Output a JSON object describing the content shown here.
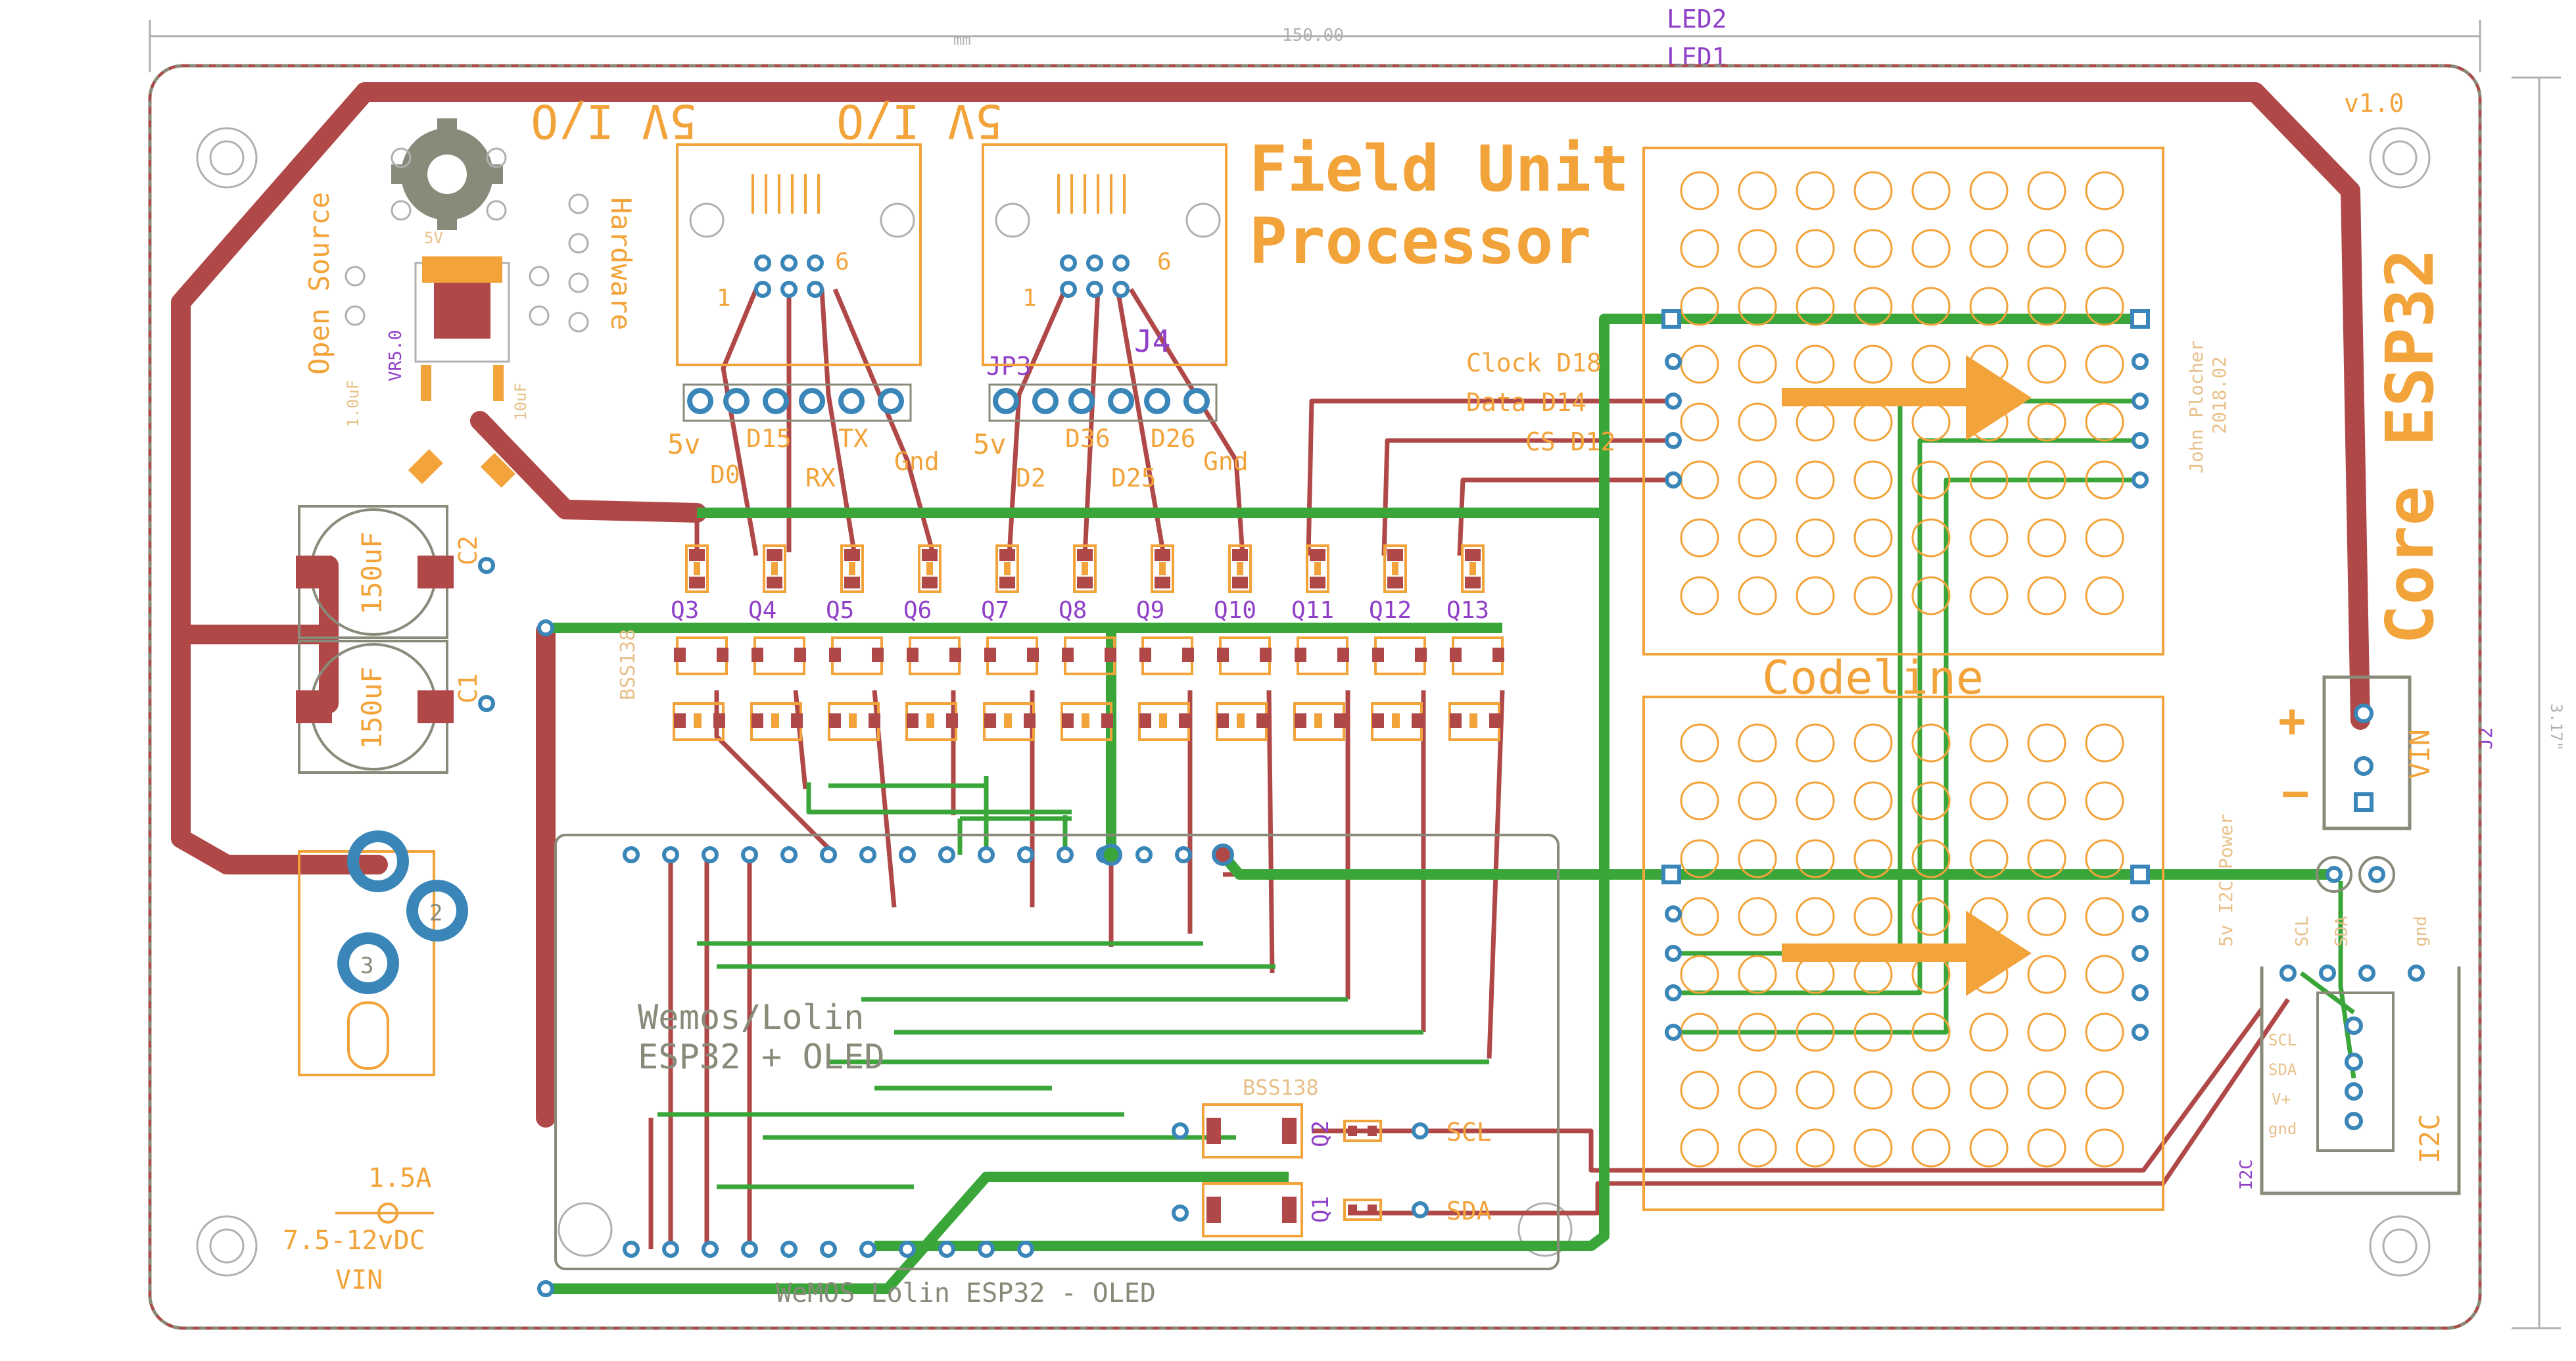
{
  "board": {
    "width_label": "150.00",
    "width_unit": "mm",
    "height_label": "3.17\"",
    "version": "v1.0",
    "title_line1": "Field Unit",
    "title_line2": "Processor",
    "core_label": "Core ESP32",
    "author": "John Plocher",
    "date": "2018.02",
    "codeline": "Codeline",
    "oshw_left": "Open Source",
    "oshw_right": "Hardware",
    "led_top": "LED2",
    "led_bottom": "LED1",
    "j2": "J2"
  },
  "connectors": {
    "jp3": {
      "title": "5V I/O",
      "ref": "JP3",
      "pin1": "1",
      "pin6": "6",
      "labels_top": [
        "5v",
        "D15",
        "TX"
      ],
      "labels_bottom": [
        "D0",
        "RX",
        "Gnd"
      ]
    },
    "j4": {
      "title": "5V I/O",
      "ref": "J4",
      "pin1": "1",
      "pin6": "6",
      "labels_top": [
        "5v",
        "D36",
        "D26"
      ],
      "labels_bottom": [
        "D2",
        "D25",
        "Gnd"
      ]
    },
    "vin": {
      "label": "VIN",
      "plus": "+",
      "minus": "−"
    },
    "i2c": {
      "label": "I2C",
      "ref": "I2C",
      "pins": [
        "SCL",
        "SDA",
        "V+",
        "gnd"
      ]
    },
    "power_header": {
      "label": "5v I2C Power",
      "pins": [
        "SCL",
        "SDA",
        "gnd"
      ]
    },
    "barrel": {
      "current": "1.5A",
      "voltage": "7.5-12vDC",
      "label": "VIN",
      "pin2": "2",
      "pin3": "3"
    }
  },
  "regulator": {
    "ref": "VR5.0",
    "cap_left": "1.0uF",
    "cap_right": "10uF",
    "vout": "5V"
  },
  "caps": {
    "c1": "C1",
    "c2": "C2",
    "value": "150uF"
  },
  "bus": {
    "clock": "Clock D18",
    "data": "Data D14",
    "cs": "CS D12"
  },
  "transistors": {
    "labels": [
      "Q3",
      "Q4",
      "Q5",
      "Q6",
      "Q7",
      "Q8",
      "Q9",
      "Q10",
      "Q11",
      "Q12",
      "Q13"
    ],
    "part": "BSS138"
  },
  "i2c_fets": {
    "q2": "Q2",
    "q1": "Q1",
    "part": "BSS138",
    "scl": "SCL",
    "sda": "SDA"
  },
  "module": {
    "line1": "Wemos/Lolin",
    "line2": "ESP32 + OLED",
    "bottom": "WeMOS Lolin ESP32 - OLED"
  },
  "colors": {
    "outline": "#8a8a7a",
    "silk": "#f2a33a",
    "top_copper": "#b04848",
    "bottom_copper": "#3aa63a",
    "via": "#3a86b8",
    "name": "#9040c8"
  }
}
